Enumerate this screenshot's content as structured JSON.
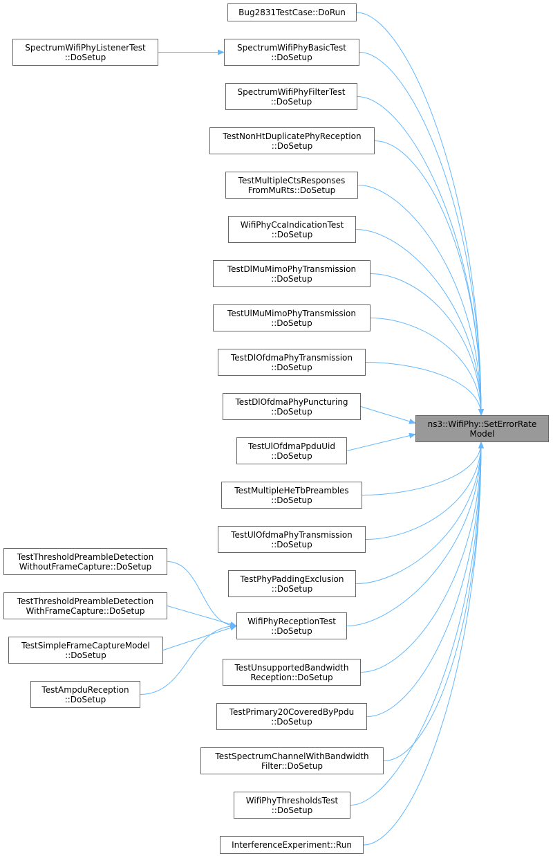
{
  "colors": {
    "edge": "#63b8ff",
    "node_border": "#666666",
    "target_fill": "#999999"
  },
  "nodes": [
    {
      "id": "bug2831",
      "line1": "Bug2831TestCase::DoRun",
      "line2": ""
    },
    {
      "id": "listener",
      "line1": "SpectrumWifiPhyListenerTest",
      "line2": "::DoSetup"
    },
    {
      "id": "basic",
      "line1": "SpectrumWifiPhyBasicTest",
      "line2": "::DoSetup"
    },
    {
      "id": "filter",
      "line1": "SpectrumWifiPhyFilterTest",
      "line2": "::DoSetup"
    },
    {
      "id": "nonht",
      "line1": "TestNonHtDuplicatePhyReception",
      "line2": "::DoSetup"
    },
    {
      "id": "multicts",
      "line1": "TestMultipleCtsResponses",
      "line2": "FromMuRts::DoSetup"
    },
    {
      "id": "cca",
      "line1": "WifiPhyCcaIndicationTest",
      "line2": "::DoSetup"
    },
    {
      "id": "dlmumimo",
      "line1": "TestDlMuMimoPhyTransmission",
      "line2": "::DoSetup"
    },
    {
      "id": "ulmumimo",
      "line1": "TestUlMuMimoPhyTransmission",
      "line2": "::DoSetup"
    },
    {
      "id": "dlofdma",
      "line1": "TestDlOfdmaPhyTransmission",
      "line2": "::DoSetup"
    },
    {
      "id": "dlpunct",
      "line1": "TestDlOfdmaPhyPuncturing",
      "line2": "::DoSetup"
    },
    {
      "id": "ulppdu",
      "line1": "TestUlOfdmaPpduUid",
      "line2": "::DoSetup"
    },
    {
      "id": "hetb",
      "line1": "TestMultipleHeTbPreambles",
      "line2": "::DoSetup"
    },
    {
      "id": "ulofdma",
      "line1": "TestUlOfdmaPhyTransmission",
      "line2": "::DoSetup"
    },
    {
      "id": "padding",
      "line1": "TestPhyPaddingExclusion",
      "line2": "::DoSetup"
    },
    {
      "id": "thrwithout",
      "line1": "TestThresholdPreambleDetection",
      "line2": "WithoutFrameCapture::DoSetup"
    },
    {
      "id": "thrwith",
      "line1": "TestThresholdPreambleDetection",
      "line2": "WithFrameCapture::DoSetup"
    },
    {
      "id": "simplecap",
      "line1": "TestSimpleFrameCaptureModel",
      "line2": "::DoSetup"
    },
    {
      "id": "ampdu",
      "line1": "TestAmpduReception",
      "line2": "::DoSetup"
    },
    {
      "id": "reception",
      "line1": "WifiPhyReceptionTest",
      "line2": "::DoSetup"
    },
    {
      "id": "unsupbw",
      "line1": "TestUnsupportedBandwidth",
      "line2": "Reception::DoSetup"
    },
    {
      "id": "primary20",
      "line1": "TestPrimary20CoveredByPpdu",
      "line2": "::DoSetup"
    },
    {
      "id": "spectrumbw",
      "line1": "TestSpectrumChannelWithBandwidth",
      "line2": "Filter::DoSetup"
    },
    {
      "id": "thresholds",
      "line1": "WifiPhyThresholdsTest",
      "line2": "::DoSetup"
    },
    {
      "id": "interference",
      "line1": "InterferenceExperiment::Run",
      "line2": ""
    },
    {
      "id": "target",
      "line1": "ns3::WifiPhy::SetErrorRate",
      "line2": "Model"
    }
  ],
  "edges": [
    {
      "from": "bug2831",
      "to": "target"
    },
    {
      "from": "listener",
      "to": "basic"
    },
    {
      "from": "basic",
      "to": "target"
    },
    {
      "from": "filter",
      "to": "target"
    },
    {
      "from": "nonht",
      "to": "target"
    },
    {
      "from": "multicts",
      "to": "target"
    },
    {
      "from": "cca",
      "to": "target"
    },
    {
      "from": "dlmumimo",
      "to": "target"
    },
    {
      "from": "ulmumimo",
      "to": "target"
    },
    {
      "from": "dlofdma",
      "to": "target"
    },
    {
      "from": "dlpunct",
      "to": "target"
    },
    {
      "from": "ulppdu",
      "to": "target"
    },
    {
      "from": "hetb",
      "to": "target"
    },
    {
      "from": "ulofdma",
      "to": "target"
    },
    {
      "from": "padding",
      "to": "target"
    },
    {
      "from": "thrwithout",
      "to": "reception"
    },
    {
      "from": "thrwith",
      "to": "reception"
    },
    {
      "from": "simplecap",
      "to": "reception"
    },
    {
      "from": "ampdu",
      "to": "reception"
    },
    {
      "from": "reception",
      "to": "target"
    },
    {
      "from": "unsupbw",
      "to": "target"
    },
    {
      "from": "primary20",
      "to": "target"
    },
    {
      "from": "spectrumbw",
      "to": "target"
    },
    {
      "from": "thresholds",
      "to": "target"
    },
    {
      "from": "interference",
      "to": "target"
    }
  ]
}
